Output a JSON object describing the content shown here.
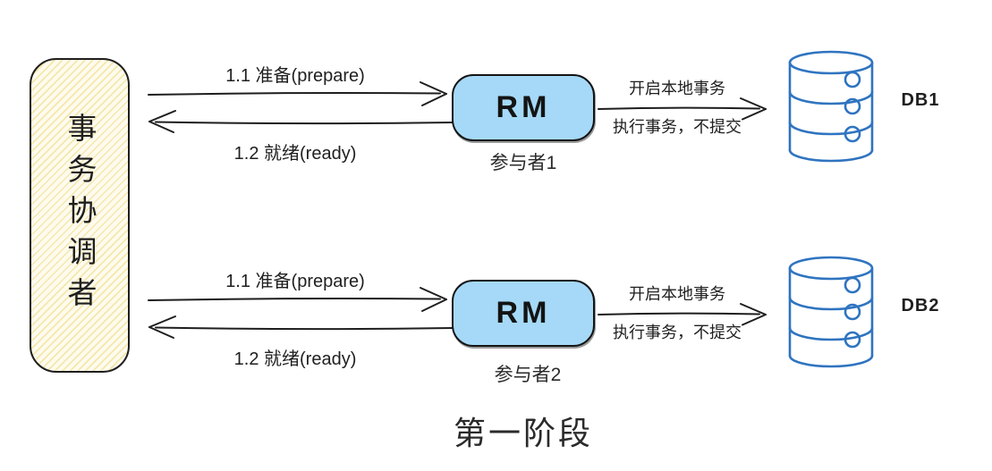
{
  "title": "第一阶段",
  "coordinator": {
    "label": "事务协调者"
  },
  "rows": [
    {
      "prepare_label": "1.1 准备(prepare)",
      "ready_label": "1.2 就绪(ready)",
      "rm_label": "RM",
      "participant_label": "参与者1",
      "local_tx_line1": "开启本地事务",
      "local_tx_line2": "执行事务，不提交",
      "db_label": "DB1"
    },
    {
      "prepare_label": "1.1 准备(prepare)",
      "ready_label": "1.2 就绪(ready)",
      "rm_label": "RM",
      "participant_label": "参与者2",
      "local_tx_line1": "开启本地事务",
      "local_tx_line2": "执行事务，不提交",
      "db_label": "DB2"
    }
  ],
  "colors": {
    "ink": "#1e1e1e",
    "rm_fill": "#a5d9f7",
    "coordinator_fill": "#fefbee",
    "coordinator_hatch": "#f5e7ad",
    "db_stroke": "#2f74c0"
  }
}
